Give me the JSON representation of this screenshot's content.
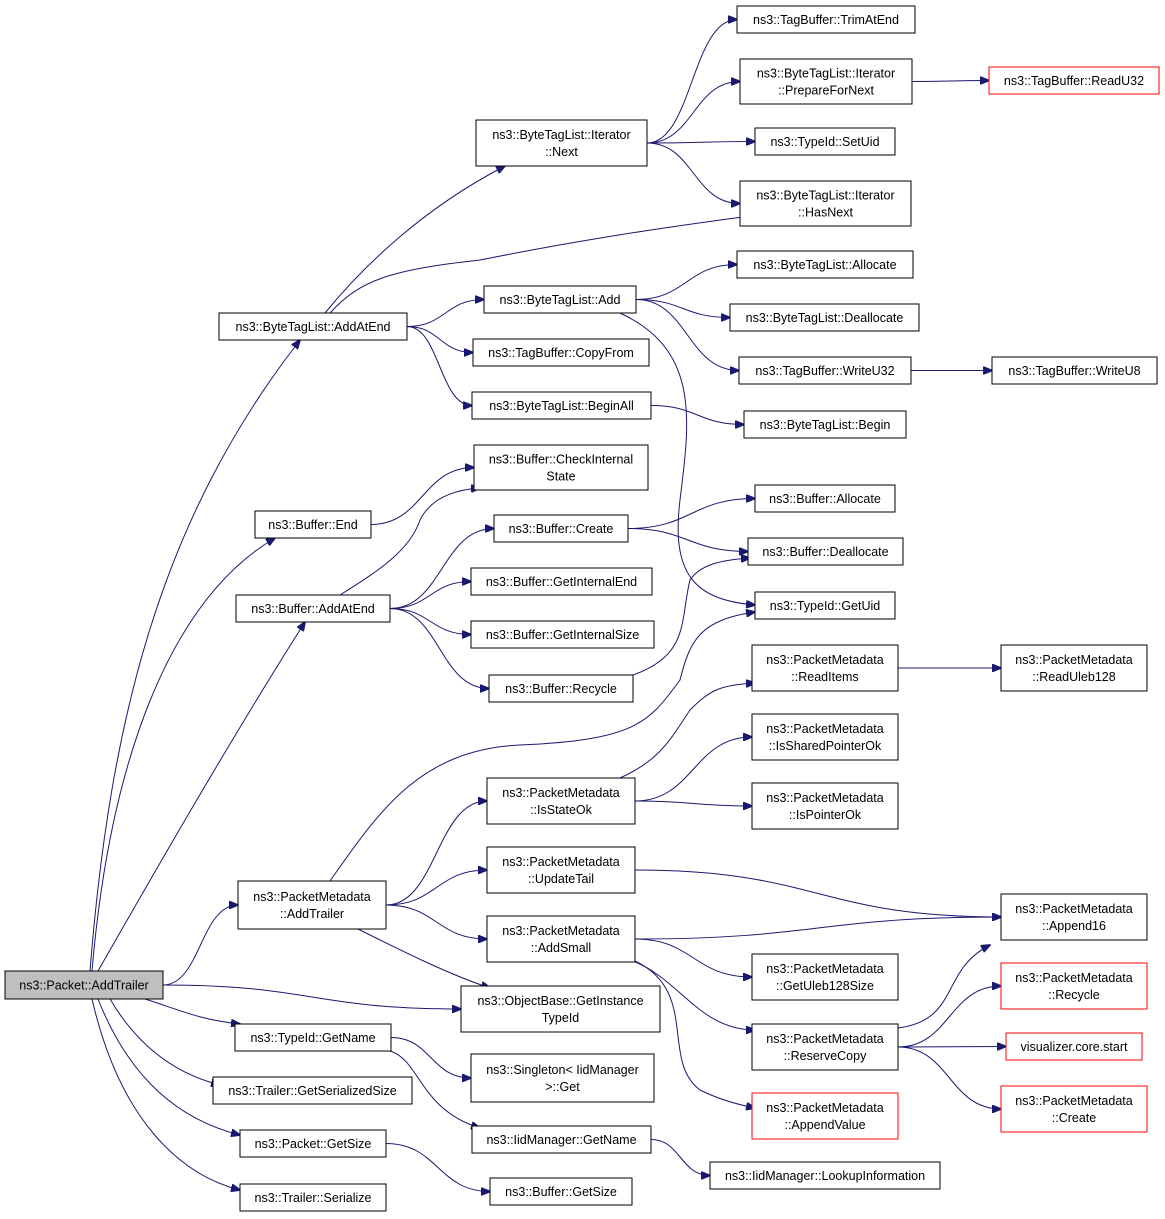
{
  "diagram": {
    "type": "call-graph",
    "colors": {
      "edge": "#191970",
      "border": "#000000",
      "truncated_border": "#ff0000",
      "root_fill": "#bfbfbf",
      "fill": "#ffffff"
    },
    "nodes": [
      {
        "id": "root",
        "lines": [
          "ns3::Packet::AddTrailer"
        ],
        "style": "root"
      },
      {
        "id": "btl_addatend",
        "lines": [
          "ns3::ByteTagList::AddAtEnd"
        ]
      },
      {
        "id": "buf_end",
        "lines": [
          "ns3::Buffer::End"
        ]
      },
      {
        "id": "buf_addatend",
        "lines": [
          "ns3::Buffer::AddAtEnd"
        ]
      },
      {
        "id": "pm_addtrailer",
        "lines": [
          "ns3::PacketMetadata",
          "::AddTrailer"
        ]
      },
      {
        "id": "objbase",
        "lines": [
          "ns3::ObjectBase::GetInstance",
          "TypeId"
        ]
      },
      {
        "id": "typeid_getname",
        "lines": [
          "ns3::TypeId::GetName"
        ]
      },
      {
        "id": "trailer_getser",
        "lines": [
          "ns3::Trailer::GetSerializedSize"
        ]
      },
      {
        "id": "packet_getsize",
        "lines": [
          "ns3::Packet::GetSize"
        ]
      },
      {
        "id": "trailer_serialize",
        "lines": [
          "ns3::Trailer::Serialize"
        ]
      },
      {
        "id": "btl_it_next",
        "lines": [
          "ns3::ByteTagList::Iterator",
          "::Next"
        ]
      },
      {
        "id": "btl_add",
        "lines": [
          "ns3::ByteTagList::Add"
        ]
      },
      {
        "id": "tb_copyfrom",
        "lines": [
          "ns3::TagBuffer::CopyFrom"
        ]
      },
      {
        "id": "btl_beginall",
        "lines": [
          "ns3::ByteTagList::BeginAll"
        ]
      },
      {
        "id": "buf_checkinternal",
        "lines": [
          "ns3::Buffer::CheckInternal",
          "State"
        ]
      },
      {
        "id": "buf_create",
        "lines": [
          "ns3::Buffer::Create"
        ]
      },
      {
        "id": "buf_getinternalend",
        "lines": [
          "ns3::Buffer::GetInternalEnd"
        ]
      },
      {
        "id": "buf_getinternalsize",
        "lines": [
          "ns3::Buffer::GetInternalSize"
        ]
      },
      {
        "id": "buf_recycle",
        "lines": [
          "ns3::Buffer::Recycle"
        ]
      },
      {
        "id": "pm_isstateok",
        "lines": [
          "ns3::PacketMetadata",
          "::IsStateOk"
        ]
      },
      {
        "id": "pm_updatetail",
        "lines": [
          "ns3::PacketMetadata",
          "::UpdateTail"
        ]
      },
      {
        "id": "pm_addsmall",
        "lines": [
          "ns3::PacketMetadata",
          "::AddSmall"
        ]
      },
      {
        "id": "singleton",
        "lines": [
          "ns3::Singleton< IidManager",
          ">::Get"
        ]
      },
      {
        "id": "iid_getname",
        "lines": [
          "ns3::IidManager::GetName"
        ]
      },
      {
        "id": "buf_getsize",
        "lines": [
          "ns3::Buffer::GetSize"
        ]
      },
      {
        "id": "tb_trimatend",
        "lines": [
          "ns3::TagBuffer::TrimAtEnd"
        ]
      },
      {
        "id": "btl_it_prepare",
        "lines": [
          "ns3::ByteTagList::Iterator",
          "::PrepareForNext"
        ]
      },
      {
        "id": "typeid_setuid",
        "lines": [
          "ns3::TypeId::SetUid"
        ]
      },
      {
        "id": "btl_it_hasnext",
        "lines": [
          "ns3::ByteTagList::Iterator",
          "::HasNext"
        ]
      },
      {
        "id": "btl_allocate",
        "lines": [
          "ns3::ByteTagList::Allocate"
        ]
      },
      {
        "id": "btl_deallocate",
        "lines": [
          "ns3::ByteTagList::Deallocate"
        ]
      },
      {
        "id": "tb_writeu32",
        "lines": [
          "ns3::TagBuffer::WriteU32"
        ]
      },
      {
        "id": "btl_begin",
        "lines": [
          "ns3::ByteTagList::Begin"
        ]
      },
      {
        "id": "buf_allocate",
        "lines": [
          "ns3::Buffer::Allocate"
        ]
      },
      {
        "id": "buf_deallocate",
        "lines": [
          "ns3::Buffer::Deallocate"
        ]
      },
      {
        "id": "typeid_getuid",
        "lines": [
          "ns3::TypeId::GetUid"
        ]
      },
      {
        "id": "pm_readitems",
        "lines": [
          "ns3::PacketMetadata",
          "::ReadItems"
        ]
      },
      {
        "id": "pm_issharedptr",
        "lines": [
          "ns3::PacketMetadata",
          "::IsSharedPointerOk"
        ]
      },
      {
        "id": "pm_ispointerok",
        "lines": [
          "ns3::PacketMetadata",
          "::IsPointerOk"
        ]
      },
      {
        "id": "pm_getuleb",
        "lines": [
          "ns3::PacketMetadata",
          "::GetUleb128Size"
        ]
      },
      {
        "id": "pm_reservecopy",
        "lines": [
          "ns3::PacketMetadata",
          "::ReserveCopy"
        ]
      },
      {
        "id": "pm_appendvalue",
        "lines": [
          "ns3::PacketMetadata",
          "::AppendValue"
        ],
        "style": "truncated"
      },
      {
        "id": "iid_lookup",
        "lines": [
          "ns3::IidManager::LookupInformation"
        ]
      },
      {
        "id": "tb_readu32",
        "lines": [
          "ns3::TagBuffer::ReadU32"
        ],
        "style": "truncated"
      },
      {
        "id": "tb_writeu8",
        "lines": [
          "ns3::TagBuffer::WriteU8"
        ]
      },
      {
        "id": "pm_readuleb",
        "lines": [
          "ns3::PacketMetadata",
          "::ReadUleb128"
        ]
      },
      {
        "id": "pm_append16",
        "lines": [
          "ns3::PacketMetadata",
          "::Append16"
        ]
      },
      {
        "id": "pm_recycle",
        "lines": [
          "ns3::PacketMetadata",
          "::Recycle"
        ],
        "style": "truncated"
      },
      {
        "id": "viz_start",
        "lines": [
          "visualizer.core.start"
        ],
        "style": "truncated"
      },
      {
        "id": "pm_create",
        "lines": [
          "ns3::PacketMetadata",
          "::Create"
        ],
        "style": "truncated"
      }
    ],
    "edges": [
      {
        "from": "root",
        "to": "btl_addatend"
      },
      {
        "from": "root",
        "to": "buf_end"
      },
      {
        "from": "root",
        "to": "buf_addatend"
      },
      {
        "from": "root",
        "to": "pm_addtrailer"
      },
      {
        "from": "root",
        "to": "objbase"
      },
      {
        "from": "root",
        "to": "typeid_getname"
      },
      {
        "from": "root",
        "to": "trailer_getser"
      },
      {
        "from": "root",
        "to": "packet_getsize"
      },
      {
        "from": "root",
        "to": "trailer_serialize"
      },
      {
        "from": "btl_addatend",
        "to": "btl_it_next"
      },
      {
        "from": "btl_addatend",
        "to": "btl_it_hasnext"
      },
      {
        "from": "btl_addatend",
        "to": "btl_add"
      },
      {
        "from": "btl_addatend",
        "to": "tb_copyfrom"
      },
      {
        "from": "btl_addatend",
        "to": "btl_beginall"
      },
      {
        "from": "btl_it_next",
        "to": "tb_trimatend"
      },
      {
        "from": "btl_it_next",
        "to": "btl_it_prepare"
      },
      {
        "from": "btl_it_next",
        "to": "typeid_setuid"
      },
      {
        "from": "btl_it_next",
        "to": "btl_it_hasnext"
      },
      {
        "from": "btl_it_prepare",
        "to": "tb_readu32"
      },
      {
        "from": "btl_add",
        "to": "btl_allocate"
      },
      {
        "from": "btl_add",
        "to": "btl_deallocate"
      },
      {
        "from": "btl_add",
        "to": "tb_writeu32"
      },
      {
        "from": "btl_add",
        "to": "typeid_getuid"
      },
      {
        "from": "tb_writeu32",
        "to": "tb_writeu8"
      },
      {
        "from": "btl_beginall",
        "to": "btl_begin"
      },
      {
        "from": "buf_end",
        "to": "buf_checkinternal"
      },
      {
        "from": "buf_addatend",
        "to": "buf_checkinternal"
      },
      {
        "from": "buf_addatend",
        "to": "buf_create"
      },
      {
        "from": "buf_addatend",
        "to": "buf_getinternalend"
      },
      {
        "from": "buf_addatend",
        "to": "buf_getinternalsize"
      },
      {
        "from": "buf_addatend",
        "to": "buf_recycle"
      },
      {
        "from": "buf_create",
        "to": "buf_allocate"
      },
      {
        "from": "buf_create",
        "to": "buf_deallocate"
      },
      {
        "from": "buf_recycle",
        "to": "buf_deallocate"
      },
      {
        "from": "pm_addtrailer",
        "to": "typeid_getuid"
      },
      {
        "from": "pm_addtrailer",
        "to": "pm_isstateok"
      },
      {
        "from": "pm_addtrailer",
        "to": "pm_updatetail"
      },
      {
        "from": "pm_addtrailer",
        "to": "pm_addsmall"
      },
      {
        "from": "pm_addtrailer",
        "to": "objbase"
      },
      {
        "from": "pm_isstateok",
        "to": "pm_readitems"
      },
      {
        "from": "pm_isstateok",
        "to": "pm_issharedptr"
      },
      {
        "from": "pm_isstateok",
        "to": "pm_ispointerok"
      },
      {
        "from": "pm_readitems",
        "to": "pm_readuleb"
      },
      {
        "from": "pm_updatetail",
        "to": "pm_append16"
      },
      {
        "from": "pm_addsmall",
        "to": "pm_append16"
      },
      {
        "from": "pm_addsmall",
        "to": "pm_getuleb"
      },
      {
        "from": "pm_addsmall",
        "to": "pm_reservecopy"
      },
      {
        "from": "pm_addsmall",
        "to": "pm_appendvalue"
      },
      {
        "from": "pm_reservecopy",
        "to": "pm_append16"
      },
      {
        "from": "pm_reservecopy",
        "to": "pm_recycle"
      },
      {
        "from": "pm_reservecopy",
        "to": "viz_start"
      },
      {
        "from": "pm_reservecopy",
        "to": "pm_create"
      },
      {
        "from": "typeid_getname",
        "to": "singleton"
      },
      {
        "from": "typeid_getname",
        "to": "iid_getname"
      },
      {
        "from": "iid_getname",
        "to": "iid_lookup"
      },
      {
        "from": "packet_getsize",
        "to": "buf_getsize"
      }
    ]
  }
}
